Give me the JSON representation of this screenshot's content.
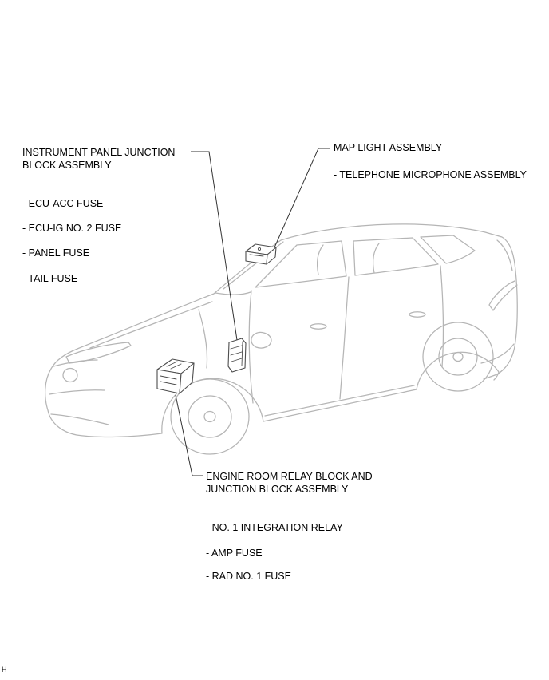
{
  "page": {
    "footer_mark": "H"
  },
  "colors": {
    "car_line": "#b5b5b5",
    "component_line": "#4d4d4d",
    "leader_line": "#333333",
    "text": "#000000",
    "background": "#ffffff"
  },
  "callouts": {
    "instrument_panel": {
      "title": "INSTRUMENT PANEL JUNCTION BLOCK ASSEMBLY",
      "items": [
        "- ECU-ACC FUSE",
        "- ECU-IG NO. 2 FUSE",
        "- PANEL FUSE",
        "- TAIL FUSE"
      ]
    },
    "map_light": {
      "title": "MAP LIGHT ASSEMBLY",
      "items": [
        "- TELEPHONE MICROPHONE ASSEMBLY"
      ]
    },
    "engine_room": {
      "title": "ENGINE ROOM RELAY BLOCK AND JUNCTION BLOCK ASSEMBLY",
      "items": [
        "- NO. 1 INTEGRATION RELAY",
        "- AMP FUSE",
        "- RAD NO. 1 FUSE"
      ]
    }
  }
}
